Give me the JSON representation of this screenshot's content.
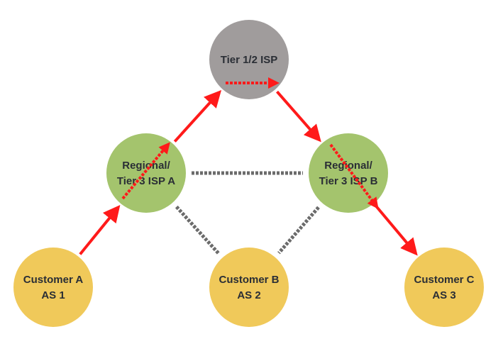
{
  "diagram": {
    "colors": {
      "tier1": "#a09c9c",
      "regional": "#a4c46d",
      "customer": "#f0c95a",
      "route": "#ff1a1a",
      "peering": "#6b6b6b",
      "text": "#2a2e35"
    },
    "nodes": [
      {
        "id": "tier1",
        "lines": [
          "Tier 1/2 ISP"
        ],
        "type": "tier1"
      },
      {
        "id": "ispA",
        "lines": [
          "Regional/",
          "Tier 3 ISP A"
        ],
        "type": "regional"
      },
      {
        "id": "ispB",
        "lines": [
          "Regional/",
          "Tier 3 ISP B"
        ],
        "type": "regional"
      },
      {
        "id": "custA",
        "lines": [
          "Customer A",
          "AS 1"
        ],
        "type": "customer"
      },
      {
        "id": "custB",
        "lines": [
          "Customer B",
          "AS 2"
        ],
        "type": "customer"
      },
      {
        "id": "custC",
        "lines": [
          "Customer C",
          "AS 3"
        ],
        "type": "customer"
      }
    ],
    "edges": [
      {
        "from": "custA",
        "to": "ispA",
        "kind": "route"
      },
      {
        "from": "ispA",
        "to": "tier1",
        "kind": "route"
      },
      {
        "from": "tier1",
        "to": "ispB",
        "kind": "route"
      },
      {
        "from": "ispB",
        "to": "custC",
        "kind": "route"
      },
      {
        "from": "ispA",
        "to": "ispB",
        "kind": "peering"
      },
      {
        "from": "ispA",
        "to": "custB",
        "kind": "peering"
      },
      {
        "from": "ispB",
        "to": "custB",
        "kind": "peering"
      }
    ],
    "transits": [
      {
        "node": "ispA",
        "direction": "up-right"
      },
      {
        "node": "tier1",
        "direction": "right"
      },
      {
        "node": "ispB",
        "direction": "down-right"
      }
    ]
  }
}
